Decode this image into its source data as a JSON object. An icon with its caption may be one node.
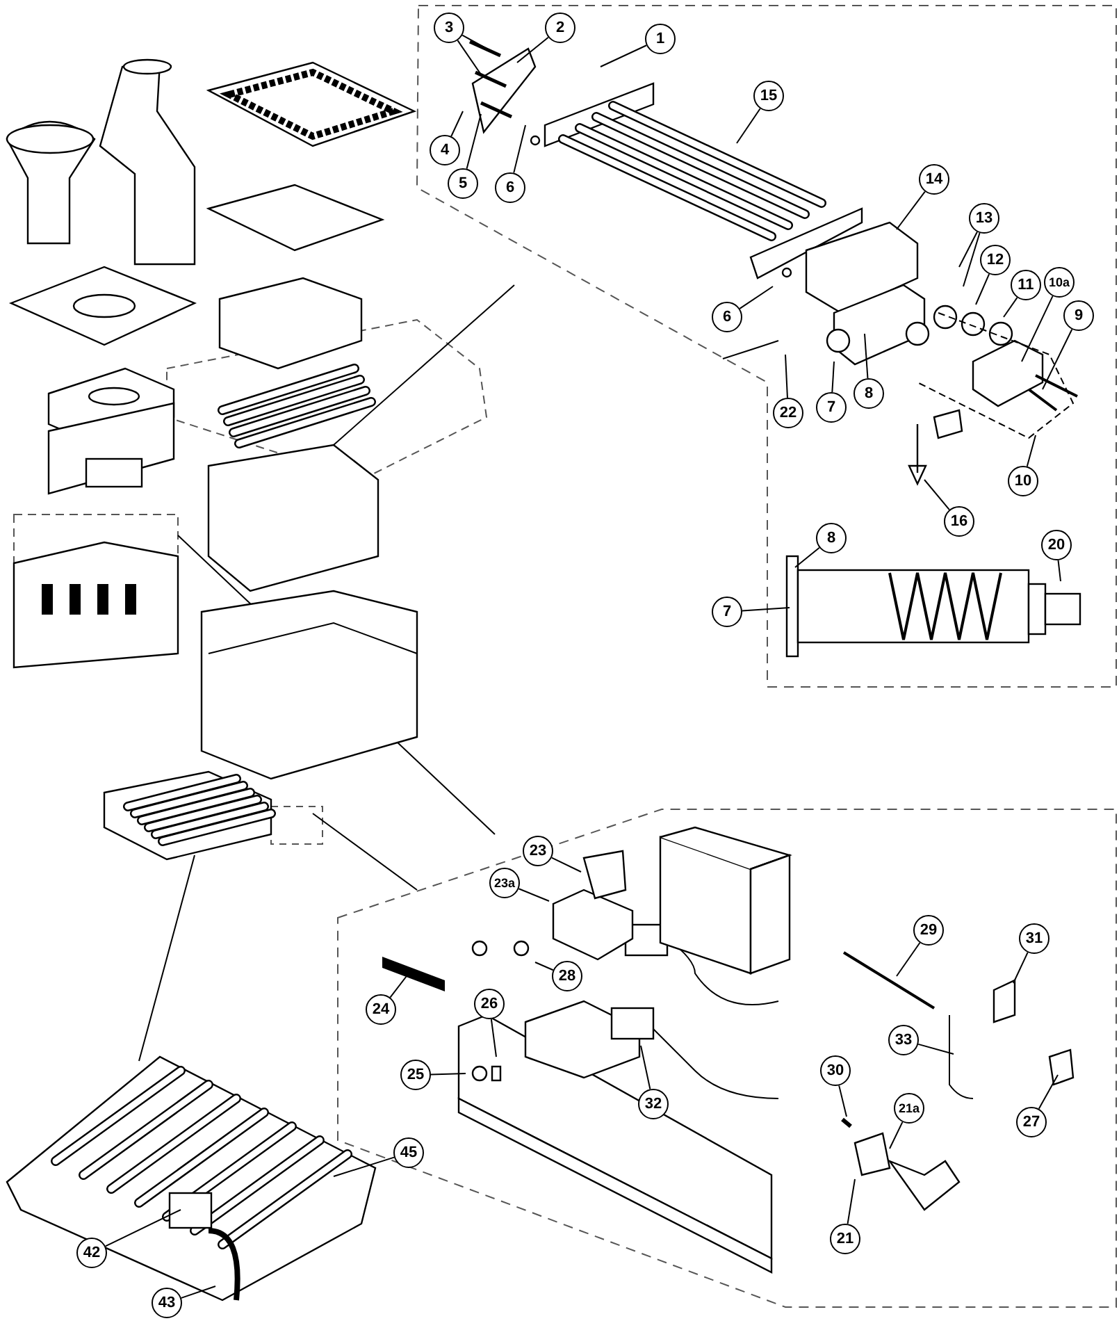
{
  "diagram": {
    "nodes": [
      {
        "text": [
          "1"
        ]
      },
      {
        "text": [
          "2"
        ]
      },
      {
        "text": [
          "3"
        ]
      },
      {
        "text": [
          "4"
        ]
      },
      {
        "text": [
          "5"
        ]
      },
      {
        "text": [
          "6"
        ]
      },
      {
        "text": [
          "15"
        ]
      },
      {
        "text": [
          "14"
        ]
      },
      {
        "text": [
          "13"
        ]
      },
      {
        "text": [
          "12"
        ]
      },
      {
        "text": [
          "11"
        ]
      },
      {
        "text": [
          "10a"
        ]
      },
      {
        "text": [
          "9"
        ]
      },
      {
        "text": [
          "6"
        ]
      },
      {
        "text": [
          "7"
        ]
      },
      {
        "text": [
          "8"
        ]
      },
      {
        "text": [
          "22"
        ]
      },
      {
        "text": [
          "10"
        ]
      },
      {
        "text": [
          "16"
        ]
      },
      {
        "text": [
          "8"
        ]
      },
      {
        "text": [
          "7"
        ]
      },
      {
        "text": [
          "20"
        ]
      },
      {
        "text": [
          "23"
        ]
      },
      {
        "text": [
          "23a"
        ]
      },
      {
        "text": [
          "24"
        ]
      },
      {
        "text": [
          "28"
        ]
      },
      {
        "text": [
          "26"
        ]
      },
      {
        "text": [
          "25"
        ]
      },
      {
        "text": [
          "32"
        ]
      },
      {
        "text": [
          "29"
        ]
      },
      {
        "text": [
          "31"
        ]
      },
      {
        "text": [
          "33"
        ]
      },
      {
        "text": [
          "30"
        ]
      },
      {
        "text": [
          "21a"
        ]
      },
      {
        "text": [
          "27"
        ]
      },
      {
        "text": [
          "21"
        ]
      },
      {
        "text": [
          "45"
        ]
      },
      {
        "text": [
          "42"
        ]
      },
      {
        "text": [
          "43"
        ]
      },
      {
        "text": [],
        "shape": "picture"
      },
      {
        "text": [],
        "shape": "picture"
      }
    ],
    "edges": [
      {
        "from": 0,
        "to": null,
        "arrow": "none"
      },
      {
        "from": 1,
        "to": null,
        "arrow": "none"
      },
      {
        "from": 2,
        "to": null,
        "arrow": "none"
      },
      {
        "from": 2,
        "to": null,
        "arrow": "none"
      },
      {
        "from": 3,
        "to": null,
        "arrow": "none"
      },
      {
        "from": 4,
        "to": null,
        "arrow": "none"
      },
      {
        "from": 5,
        "to": null,
        "arrow": "none"
      },
      {
        "from": 6,
        "to": null,
        "arrow": "none"
      },
      {
        "from": 7,
        "to": null,
        "arrow": "none"
      },
      {
        "from": 8,
        "to": null,
        "arrow": "none"
      },
      {
        "from": 8,
        "to": null,
        "arrow": "none"
      },
      {
        "from": 9,
        "to": null,
        "arrow": "none"
      },
      {
        "from": 10,
        "to": null,
        "arrow": "none"
      },
      {
        "from": 11,
        "to": null,
        "arrow": "none"
      },
      {
        "from": 12,
        "to": null,
        "arrow": "none"
      },
      {
        "from": 13,
        "to": null,
        "arrow": "none"
      },
      {
        "from": 14,
        "to": null,
        "arrow": "none"
      },
      {
        "from": 15,
        "to": null,
        "arrow": "none"
      },
      {
        "from": 16,
        "to": null,
        "arrow": "none"
      },
      {
        "from": 17,
        "to": null,
        "arrow": "none"
      },
      {
        "from": 18,
        "to": null,
        "arrow": "none"
      },
      {
        "from": 19,
        "to": null,
        "arrow": "none"
      },
      {
        "from": 20,
        "to": null,
        "arrow": "none"
      },
      {
        "from": 21,
        "to": null,
        "arrow": "none"
      },
      {
        "from": 22,
        "to": null,
        "arrow": "none"
      },
      {
        "from": 23,
        "to": null,
        "arrow": "none"
      },
      {
        "from": 24,
        "to": null,
        "arrow": "none"
      },
      {
        "from": 25,
        "to": null,
        "arrow": "none"
      },
      {
        "from": 26,
        "to": null,
        "arrow": "none"
      },
      {
        "from": 27,
        "to": null,
        "arrow": "none"
      },
      {
        "from": 28,
        "to": null,
        "arrow": "none"
      },
      {
        "from": 29,
        "to": null,
        "arrow": "none"
      },
      {
        "from": 30,
        "to": null,
        "arrow": "none"
      },
      {
        "from": 31,
        "to": null,
        "arrow": "none"
      },
      {
        "from": 32,
        "to": null,
        "arrow": "none"
      },
      {
        "from": 33,
        "to": null,
        "arrow": "none"
      },
      {
        "from": 34,
        "to": null,
        "arrow": "none"
      },
      {
        "from": 35,
        "to": null,
        "arrow": "none"
      },
      {
        "from": 36,
        "to": 40,
        "arrow": "none"
      },
      {
        "from": 37,
        "to": 40,
        "arrow": "none"
      },
      {
        "from": 38,
        "to": 40,
        "arrow": "none"
      },
      {
        "from": 39,
        "to": 40,
        "arrow": "none"
      }
    ]
  }
}
